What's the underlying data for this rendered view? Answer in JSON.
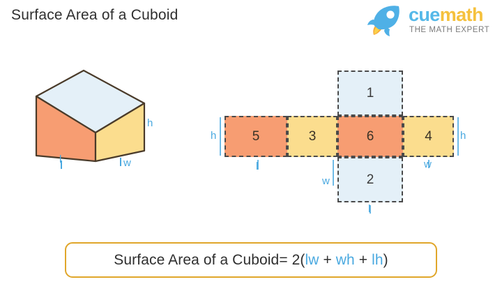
{
  "page": {
    "title": "Surface Area of a Cuboid",
    "background_color": "#ffffff"
  },
  "brand": {
    "name_part1": "cue",
    "name_part2": "math",
    "tagline": "THE MATH EXPERT",
    "icon": "rocket-icon",
    "color_cue": "#55b8e8",
    "color_math": "#f5c13d",
    "color_tagline": "#7b7b7b"
  },
  "cuboid": {
    "face_colors": {
      "front_left": "#f79d72",
      "front_right": "#fbdd8e",
      "top": "#e4f0f8"
    },
    "edge_color": "#4a3b2a",
    "labels": [
      {
        "id": "cuboid-label-l",
        "text": "l"
      },
      {
        "id": "cuboid-label-w",
        "text": "w"
      },
      {
        "id": "cuboid-label-h",
        "text": "h"
      }
    ],
    "label_color": "#4aa9e0"
  },
  "net": {
    "border_style": "dashed",
    "border_color": "#4a4a4a",
    "cells": [
      {
        "id": "net-cell-1",
        "number": "1",
        "color": "#e4f0f8",
        "role": "top"
      },
      {
        "id": "net-cell-5",
        "number": "5",
        "color": "#f79d72",
        "role": "side"
      },
      {
        "id": "net-cell-3",
        "number": "3",
        "color": "#fbdd8e",
        "role": "side"
      },
      {
        "id": "net-cell-6",
        "number": "6",
        "color": "#f79d72",
        "role": "front"
      },
      {
        "id": "net-cell-4",
        "number": "4",
        "color": "#fbdd8e",
        "role": "side"
      },
      {
        "id": "net-cell-2",
        "number": "2",
        "color": "#e4f0f8",
        "role": "bottom"
      }
    ],
    "labels": [
      {
        "id": "net-label-h-left",
        "text": "h"
      },
      {
        "id": "net-label-h-right",
        "text": "h"
      },
      {
        "id": "net-label-l-left",
        "text": "l"
      },
      {
        "id": "net-label-w-right",
        "text": "w"
      },
      {
        "id": "net-label-w-mid",
        "text": "w"
      },
      {
        "id": "net-label-l-bottom",
        "text": "l"
      }
    ],
    "label_color": "#4aa9e0"
  },
  "formula": {
    "lead": "Surface Area of a Cuboid= 2(",
    "term1": "lw",
    "plus1": " + ",
    "term2": "wh",
    "plus2": " + ",
    "term3": "lh",
    "close": ")",
    "full_text": "Surface Area of a Cuboid= 2(lw + wh + lh)",
    "border_color": "#e0a62a",
    "variable_color": "#4aa9e0"
  }
}
